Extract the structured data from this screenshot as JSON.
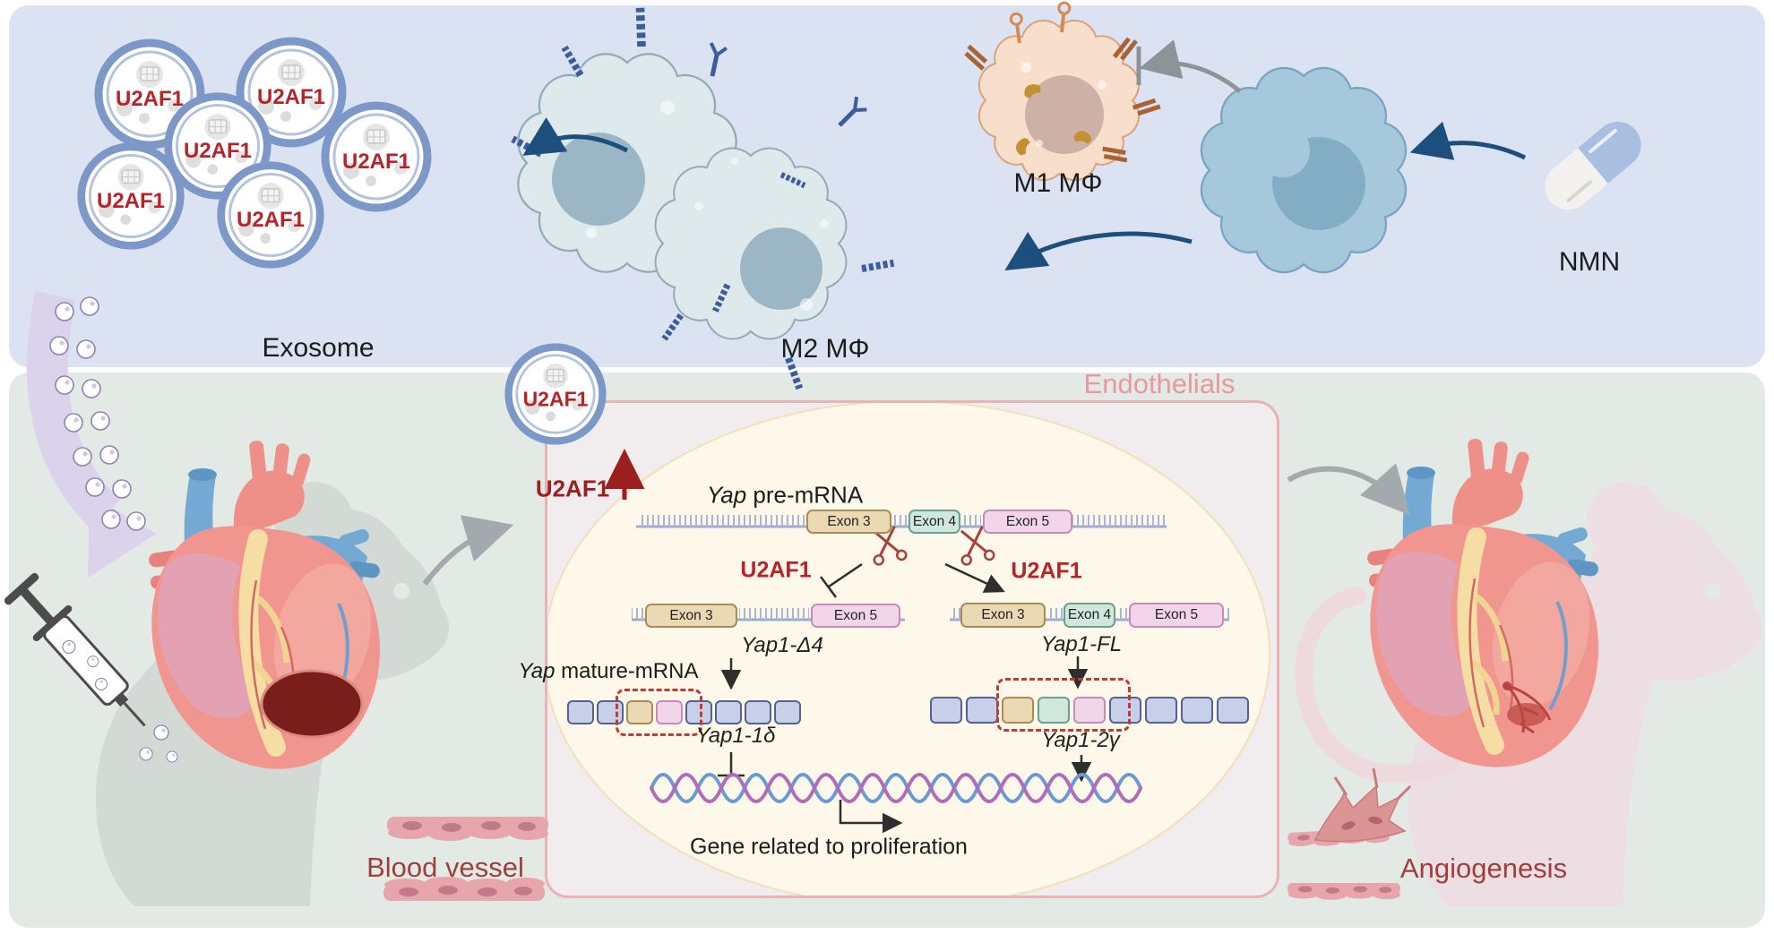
{
  "labels": {
    "exosome": "Exosome",
    "u2af1": "U2AF1",
    "m2": "M2 MΦ",
    "m1": "M1 MΦ",
    "nmn": "NMN",
    "endothelials": "Endothelials",
    "yap": "Yap",
    "pre_mrna": " pre-mRNA",
    "mature_mrna": " mature-mRNA",
    "exon3": "Exon 3",
    "exon4": "Exon 4",
    "exon5": "Exon 5",
    "yap1_d4": "Yap1-Δ4",
    "yap1_fl": "Yap1-FL",
    "yap1_1d": "Yap1-1δ",
    "yap1_2g": "Yap1-2γ",
    "gene": "Gene related to proliferation",
    "blood_vessel": "Blood vessel",
    "angiogenesis": "Angiogenesis"
  },
  "colors": {
    "top_band": "#dbe3f3",
    "bottom_band": "#e3eae6",
    "endothelial_box_fill": "#f1ecee",
    "endothelial_box_border": "#e9b3b5",
    "nucleus_fill": "#fdf8e9",
    "u2af1_red": "#b8232a",
    "dark_red_label": "#9f3f3b",
    "navy_arrow": "#1d4f7e",
    "exon3_fill": "#ead9b2",
    "exon4_fill": "#cfe7dd",
    "exon5_fill": "#f3d5e9",
    "mrna_box_fill": "#c8cfe9"
  }
}
